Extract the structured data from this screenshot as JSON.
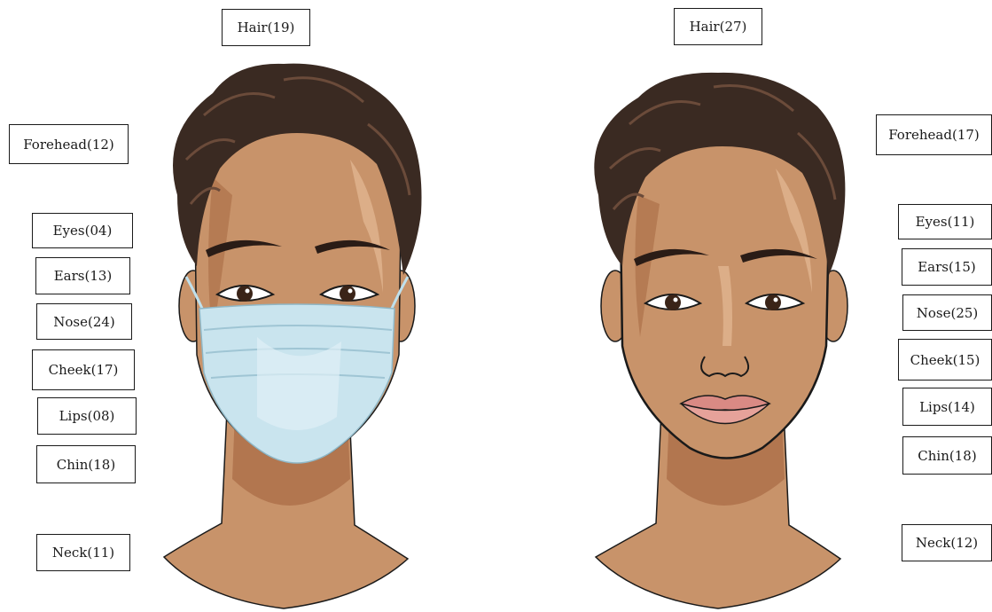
{
  "masked_face": {
    "labels": {
      "hair": "Hair(19)",
      "forehead": "Forehead(12)",
      "eyes": "Eyes(04)",
      "ears": "Ears(13)",
      "nose": "Nose(24)",
      "cheek": "Cheek(17)",
      "lips": "Lips(08)",
      "chin": "Chin(18)",
      "neck": "Neck(11)"
    }
  },
  "unmasked_face": {
    "labels": {
      "hair": "Hair(27)",
      "forehead": "Forehead(17)",
      "eyes": "Eyes(11)",
      "ears": "Ears(15)",
      "nose": "Nose(25)",
      "cheek": "Cheek(15)",
      "lips": "Lips(14)",
      "chin": "Chin(18)",
      "neck": "Neck(12)"
    }
  },
  "colors": {
    "skin": "#c8936a",
    "skin_shadow": "#a86a45",
    "skin_highlight": "#dcae88",
    "hair": "#3a2a22",
    "mask": "#c9e4ee",
    "lips": "#d98a84",
    "outline": "#1a1a1a"
  }
}
